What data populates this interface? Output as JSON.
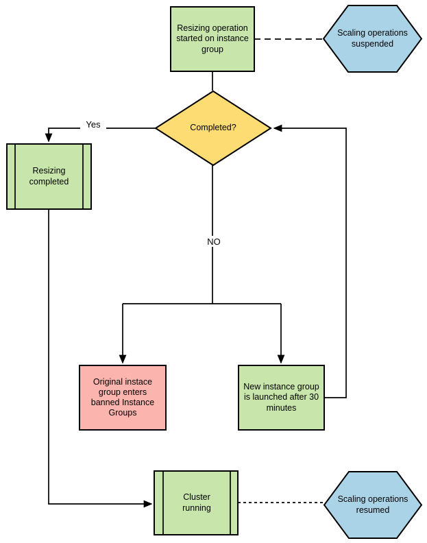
{
  "diagram": {
    "nodes": {
      "resize_start": {
        "label": "Resizing operation started on instance group",
        "shape": "process",
        "fill": "#c8e6ab"
      },
      "scaling_suspended": {
        "label": "Scaling operations suspended",
        "shape": "hexagon",
        "fill": "#aad3e8"
      },
      "completed": {
        "label": "Completed?",
        "shape": "decision",
        "fill": "#fcdc73"
      },
      "resizing_completed": {
        "label": "Resizing completed",
        "shape": "predefined_process",
        "fill": "#c8e6ab"
      },
      "banned_groups": {
        "label": "Original instace group enters banned Instance Groups",
        "shape": "process",
        "fill": "#fbb5ae"
      },
      "new_group": {
        "label": "New instance group is launched after 30 minutes",
        "shape": "process",
        "fill": "#c8e6ab"
      },
      "cluster_running": {
        "label": "Cluster running",
        "shape": "predefined_process",
        "fill": "#c8e6ab"
      },
      "scaling_resumed": {
        "label": "Scaling operations resumed",
        "shape": "hexagon",
        "fill": "#aad3e8"
      }
    },
    "edge_labels": {
      "yes": "Yes",
      "no": "NO"
    },
    "style": {
      "stroke": "#000000",
      "background": "#ffffff",
      "text_color": "#000000"
    }
  }
}
